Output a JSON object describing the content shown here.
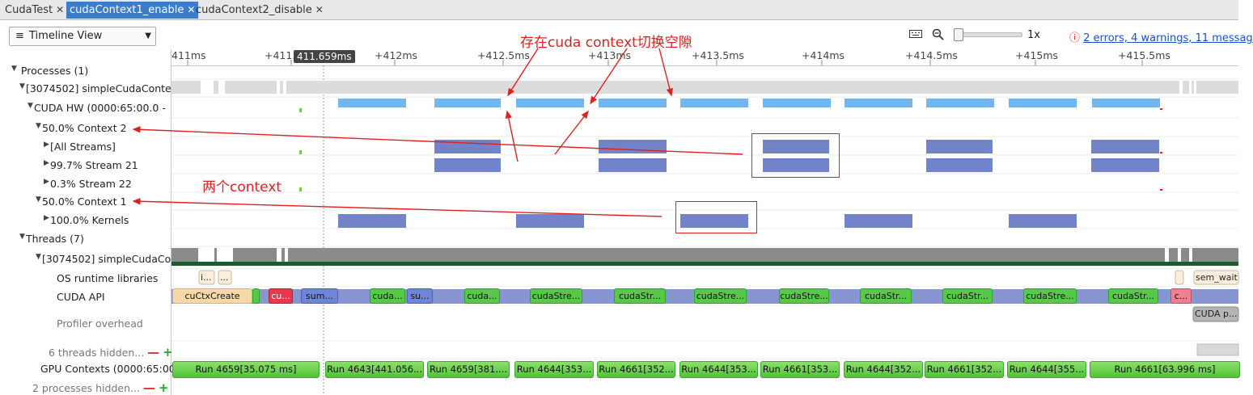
{
  "tabs": [
    {
      "label": "CudaTest",
      "active": false
    },
    {
      "label": "cudaContext1_enable",
      "active": true
    },
    {
      "label": "cudaContext2_disable",
      "active": false
    }
  ],
  "toolbar": {
    "view_label": "Timeline View",
    "zoom_level": "1x",
    "errors_text": "2 errors, 4 warnings, 11 messag"
  },
  "timeline": {
    "origin": "0s",
    "cursor_label": "411.659ms",
    "ticks": [
      "411ms",
      "+411.",
      "+412ms",
      "+412.5ms",
      "+413ms",
      "+413.5ms",
      "+414ms",
      "+414.5ms",
      "+415ms",
      "+415.5ms"
    ]
  },
  "tree": {
    "processes": "Processes (1)",
    "process": "[3074502] simpleCudaConte",
    "cuda_hw": "CUDA HW (0000:65:00.0 -",
    "context2": "50.0% Context 2",
    "all_streams": "[All Streams]",
    "stream21": "99.7% Stream 21",
    "stream22": "0.3% Stream 22",
    "context1": "50.0% Context 1",
    "kernels": "100.0% Kernels",
    "threads": "Threads (7)",
    "thread": "[3074502] simpleCudaCo",
    "os_runtime": "OS runtime libraries",
    "cuda_api": "CUDA API",
    "profiler_overhead": "Profiler overhead",
    "threads_hidden": "6 threads hidden...",
    "gpu_contexts": "GPU Contexts (0000:65:00",
    "processes_hidden": "2 processes hidden..."
  },
  "annotations": {
    "gap_note": "存在cuda context切换空隙",
    "two_contexts": "两个context"
  },
  "os_runtime_boxes": [
    "i...",
    "...",
    "sem_wait"
  ],
  "api_calls": [
    {
      "label": "cuCtxCreate",
      "color": "#f7d9a8"
    },
    {
      "label": "cu...",
      "color": "#e8384a"
    },
    {
      "label": "sum...",
      "color": "#6f86d6"
    },
    {
      "label": "cuda...",
      "color": "#58c848"
    },
    {
      "label": "su...",
      "color": "#6f86d6"
    },
    {
      "label": "cuda...",
      "color": "#58c848"
    },
    {
      "label": "cudaStre...",
      "color": "#58c848"
    },
    {
      "label": "cudaStr...",
      "color": "#58c848"
    },
    {
      "label": "cudaStre...",
      "color": "#58c848"
    },
    {
      "label": "cudaStre...",
      "color": "#58c848"
    },
    {
      "label": "cudaStr...",
      "color": "#58c848"
    },
    {
      "label": "cudaStr...",
      "color": "#58c848"
    },
    {
      "label": "cudaStre...",
      "color": "#58c848"
    },
    {
      "label": "cudaStr...",
      "color": "#58c848"
    },
    {
      "label": "c...",
      "color": "#f08090"
    }
  ],
  "profiler_box": "CUDA p...",
  "gpu_runs": [
    "Run 4659[35.075 ms]",
    "Run 4643[441.056...",
    "Run 4659[381....",
    "Run 4644[353...",
    "Run 4661[352...",
    "Run 4644[353...",
    "Run 4661[353...",
    "Run 4644[352...",
    "Run 4661[352...",
    "Run 4644[355...",
    "Run 4661[63.996 ms]"
  ],
  "colors": {
    "tab_active": "#3d7cc9",
    "kernel_blue": "#7283c8",
    "hw_blue": "#74b6ec",
    "api_green": "#58c848",
    "annot_red": "#e02020"
  }
}
